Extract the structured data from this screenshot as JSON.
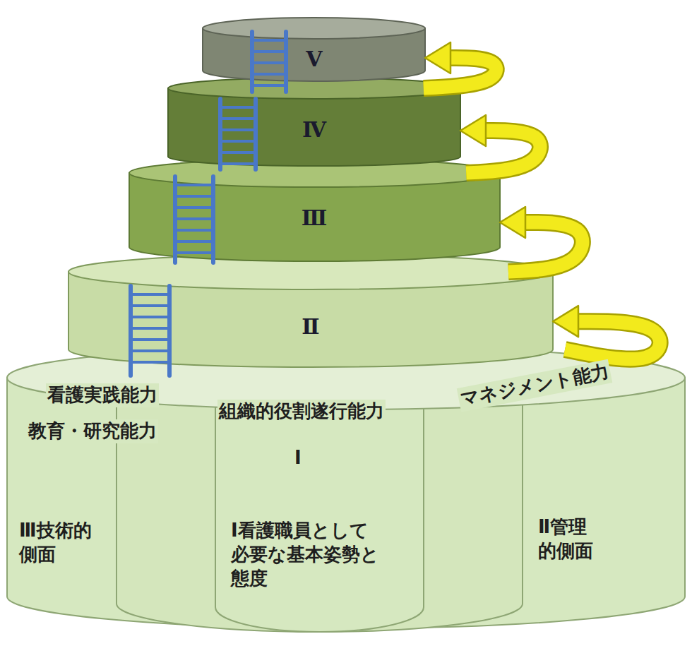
{
  "diagram": {
    "nodes": [
      {
        "text": [
          "Ⅴ"
        ]
      },
      {
        "text": [
          "Ⅳ"
        ]
      },
      {
        "text": [
          "Ⅲ"
        ]
      },
      {
        "text": [
          "Ⅱ"
        ]
      },
      {
        "text": [
          "看護実践能力",
          "教育・研究能力",
          "組織的役割遂行能力",
          "マネジメント能力"
        ]
      },
      {
        "text": [
          "Ⅲ技術的側面"
        ],
        "in": 4
      },
      {
        "text": [
          "Ⅰ",
          "Ⅰ看護職員として必要な基本姿勢と態度"
        ],
        "in": 4
      },
      {
        "text": [
          "Ⅱ管理的側面"
        ],
        "in": 4
      }
    ],
    "edges": [
      {
        "from": 4,
        "to": 3,
        "arrow": "to"
      },
      {
        "from": 3,
        "to": 2,
        "arrow": "to"
      },
      {
        "from": 2,
        "to": 1,
        "arrow": "to"
      },
      {
        "from": 1,
        "to": 0,
        "arrow": "to"
      }
    ]
  }
}
